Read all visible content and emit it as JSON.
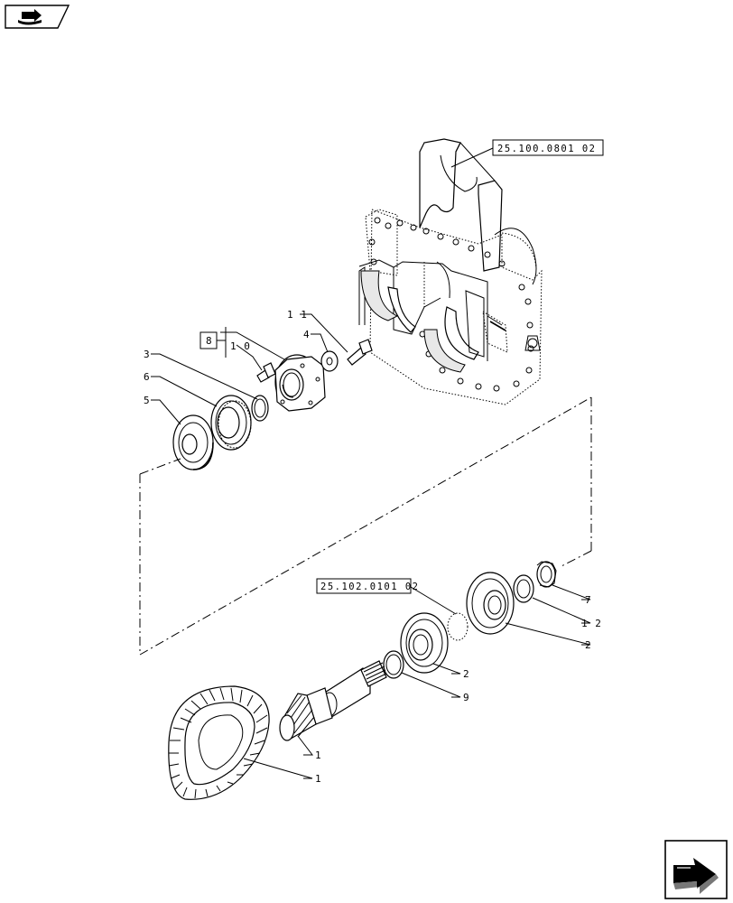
{
  "references": {
    "housing": "25.100.0801 02",
    "bearing_group": "25.102.0101 02"
  },
  "callouts": [
    {
      "id": "c11",
      "text": "1 1"
    },
    {
      "id": "c4",
      "text": "4"
    },
    {
      "id": "c8",
      "text": "8"
    },
    {
      "id": "c10",
      "text": "1 0"
    },
    {
      "id": "c3",
      "text": "3"
    },
    {
      "id": "c6",
      "text": "6"
    },
    {
      "id": "c5",
      "text": "5"
    },
    {
      "id": "c7",
      "text": "7"
    },
    {
      "id": "c12",
      "text": "1 2"
    },
    {
      "id": "c2a",
      "text": "2"
    },
    {
      "id": "c2b",
      "text": "2"
    },
    {
      "id": "c9",
      "text": "9"
    },
    {
      "id": "c1a",
      "text": "1"
    },
    {
      "id": "c1b",
      "text": "1"
    }
  ],
  "icons": {
    "top_left": "book-arrow-icon",
    "bottom_right": "next-page-arrow-icon"
  }
}
